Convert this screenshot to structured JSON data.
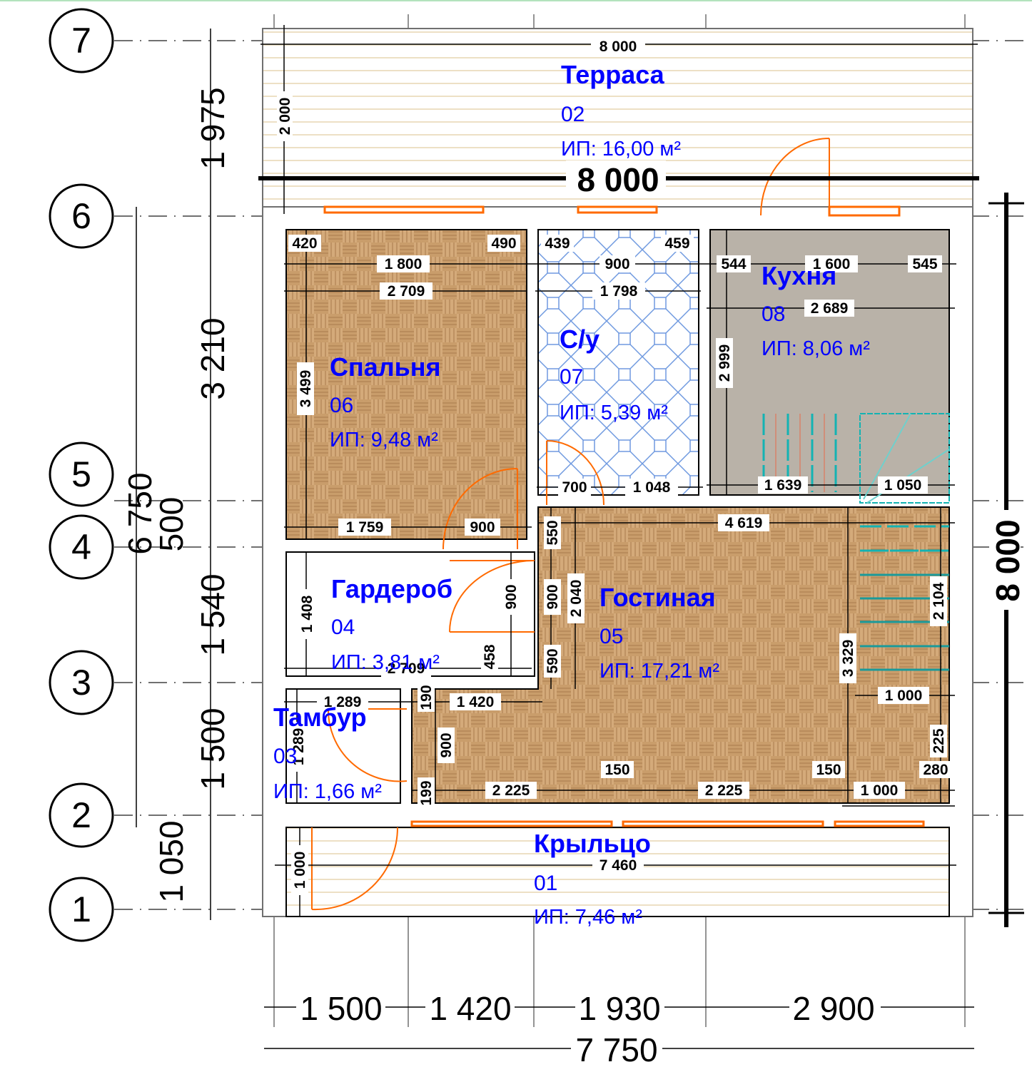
{
  "drawing": {
    "type": "floor plan",
    "colors": {
      "room_label": "#0000ff",
      "door_window": "#ff6a00",
      "dimension": "#000000",
      "parquet": "#c89a66",
      "kitchen_floor": "#b9b2a8",
      "tile_line": "#6f99e0",
      "deck": "#e7d6b2",
      "stair": "#13b3b3"
    },
    "area_prefix": "ИП:",
    "area_unit": "м²"
  },
  "grid_axes": [
    {
      "id": "7",
      "label": "7"
    },
    {
      "id": "6",
      "label": "6"
    },
    {
      "id": "5",
      "label": "5"
    },
    {
      "id": "4",
      "label": "4"
    },
    {
      "id": "3",
      "label": "3"
    },
    {
      "id": "2",
      "label": "2"
    },
    {
      "id": "1",
      "label": "1"
    }
  ],
  "left_dimensions": {
    "chain": [
      "1 975",
      "3 210",
      "500",
      "1 540",
      "1 500",
      "1 050"
    ],
    "overall_inner": "6 750"
  },
  "right_dimension": {
    "overall": "8 000"
  },
  "top_dimensions": {
    "terrace_width": "8 000",
    "overall": "8 000",
    "terrace_depth": "2 000"
  },
  "bottom_dimensions": {
    "chain": [
      "1 500",
      "1 420",
      "1 930",
      "2 900"
    ],
    "overall": "7 750"
  },
  "rooms": [
    {
      "key": "terrace",
      "name": "Терраса",
      "number": "02",
      "area": "ИП: 16,00 м²"
    },
    {
      "key": "bedroom",
      "name": "Спальня",
      "number": "06",
      "area": "ИП:  9,48 м²"
    },
    {
      "key": "bathroom",
      "name": "С/у",
      "number": "07",
      "area": "ИП: 5,39 м²"
    },
    {
      "key": "kitchen",
      "name": "Кухня",
      "number": "08",
      "area": "ИП: 8,06 м²"
    },
    {
      "key": "wardrobe",
      "name": "Гардероб",
      "number": "04",
      "area": "ИП:  3,81 м²"
    },
    {
      "key": "living",
      "name": "Гостиная",
      "number": "05",
      "area": "ИП: 17,21 м²"
    },
    {
      "key": "vestibule",
      "name": "Тамбур",
      "number": "03",
      "area": "ИП: 1,66 м²"
    },
    {
      "key": "porch",
      "name": "Крыльцо",
      "number": "01",
      "area": "ИП:  7,46 м²"
    }
  ],
  "inner_dimensions": {
    "bedroom": {
      "left_pier": "420",
      "right_pier": "490",
      "window": "1 800",
      "width": "2 709",
      "height": "3 499",
      "door_left": "1 759",
      "door": "900"
    },
    "bathroom": {
      "left_pier": "439",
      "right_pier": "459",
      "window": "900",
      "width": "1 798",
      "door": "700",
      "door_right": "1 048"
    },
    "kitchen": {
      "left_pier": "544",
      "window": "1 600",
      "right_pier": "545",
      "width": "2 689",
      "height": "2 999",
      "bottom_left": "1 639",
      "bottom_right": "1 050"
    },
    "wardrobe": {
      "height": "1 408",
      "width": "2 709",
      "door": "900",
      "door_below": "458"
    },
    "living": {
      "top": "4 619",
      "left_top": "550",
      "left_door": "900",
      "left_bottom": "590",
      "left_total": "2 040",
      "stair_height": "3 329",
      "right_upper": "2 104",
      "right_lower": "225",
      "stair_width": "1 000",
      "notch_width": "1 420",
      "notch_top": "190",
      "notch_door": "900",
      "notch_bottom": "199",
      "bottom_window_1": "2 225",
      "bottom_pier_1": "150",
      "bottom_window_2": "2 225",
      "bottom_pier_2": "150",
      "bottom_right": "1 000",
      "bottom_corner": "280"
    },
    "vestibule": {
      "width": "1 289",
      "height": "1 289"
    },
    "porch": {
      "width": "7 460",
      "depth": "1 000"
    }
  }
}
